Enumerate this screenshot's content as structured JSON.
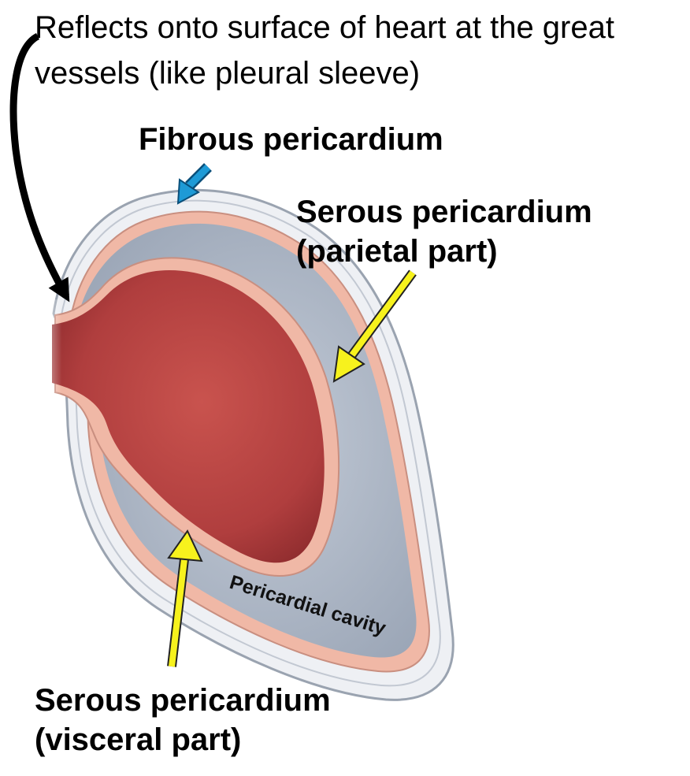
{
  "labels": {
    "reflects_line1": "Reflects onto surface of heart at the great",
    "reflects_line2": "vessels (like pleural sleeve)",
    "fibrous": "Fibrous pericardium",
    "parietal_line1": "Serous pericardium",
    "parietal_line2": "(parietal part)",
    "visceral_line1": "Serous pericardium",
    "visceral_line2": "(visceral part)",
    "cavity": "Pericardial cavity"
  },
  "colors": {
    "fibrous_layer": "#eef0f4",
    "fibrous_edge": "#9aa3b0",
    "serous_layer": "#f0b8a6",
    "cavity": "#aab4c3",
    "heart": "#b84444",
    "heart_dark": "#8f2c2e",
    "arrow_black": "#000000",
    "arrow_blue": "#1e9ad6",
    "arrow_yellow": "#f7f21d"
  }
}
